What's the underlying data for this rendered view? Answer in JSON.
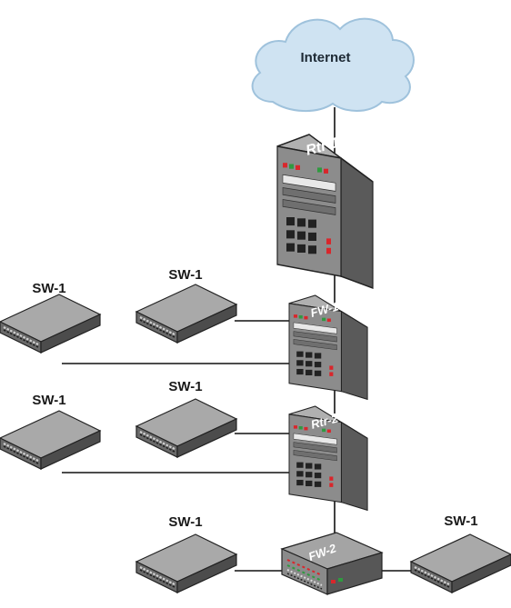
{
  "nodes": {
    "internet": "Internet",
    "rtr1": "Rtr-1",
    "fw1": "FW-1",
    "rtr2": "Rtr-2",
    "fw2": "FW-2",
    "sw_fw1_left": "SW-1",
    "sw_fw1_mid": "SW-1",
    "sw_rtr2_left": "SW-1",
    "sw_rtr2_mid": "SW-1",
    "sw_fw2_left": "SW-1",
    "sw_fw2_right": "SW-1"
  },
  "colors": {
    "cloud_fill": "#cfe3f2",
    "cloud_stroke": "#9fc2dc",
    "device_front": "#8a8a8a",
    "device_side": "#5c5c5c",
    "device_top": "#b3b3b3",
    "line": "#111111",
    "led_red": "#d9262b",
    "led_green": "#2f9a3f"
  }
}
